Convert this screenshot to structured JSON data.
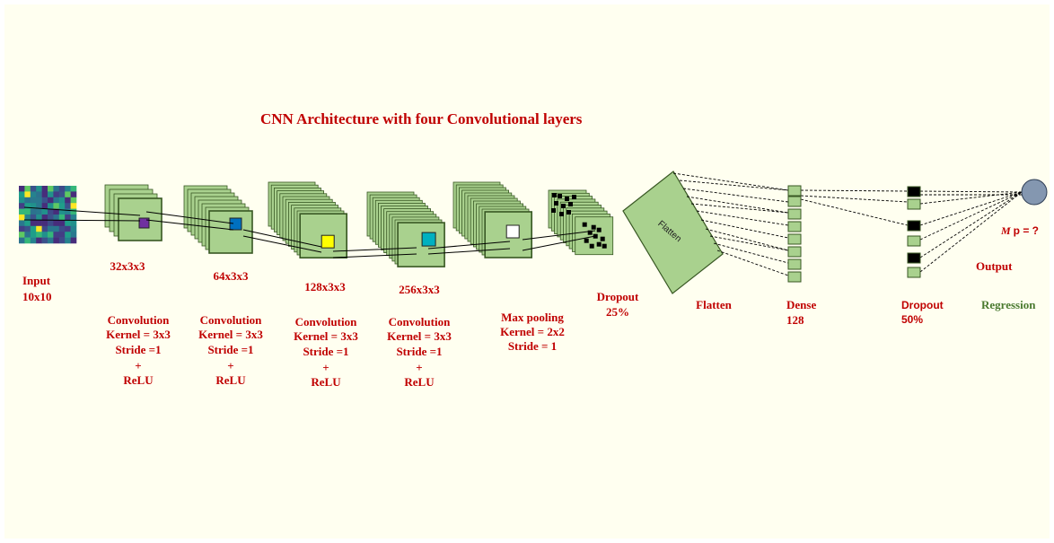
{
  "title": "CNN Architecture  with four Convolutional layers",
  "input": {
    "label_line1": "Input",
    "label_line2": "10x10"
  },
  "conv_layers": [
    {
      "size": "32x3x3",
      "lines": [
        "Convolution",
        "Kernel = 3x3",
        "Stride =1",
        "+",
        "ReLU"
      ],
      "filter_color": "#7030a0"
    },
    {
      "size": "64x3x3",
      "lines": [
        "Convolution",
        "Kernel = 3x3",
        "Stride =1",
        "+",
        "ReLU"
      ],
      "filter_color": "#0070c0"
    },
    {
      "size": "128x3x3",
      "lines": [
        "Convolution",
        "Kernel = 3x3",
        "Stride =1",
        "+",
        "ReLU"
      ],
      "filter_color": "#ffff00"
    },
    {
      "size": "256x3x3",
      "lines": [
        "Convolution",
        "Kernel = 3x3",
        "Stride =1",
        "+",
        "ReLU"
      ],
      "filter_color": "#00b0c0"
    }
  ],
  "maxpool": {
    "lines": [
      "Max pooling",
      "Kernel = 2x2",
      "Stride = 1"
    ]
  },
  "dropout1": {
    "label_line1": "Dropout",
    "label_line2": "25%"
  },
  "flatten": {
    "box_text": "Flatten",
    "label": "Flatten"
  },
  "dense": {
    "label_line1": "Dense",
    "label_line2": "128"
  },
  "dropout2": {
    "label_line1": "Dropout",
    "label_line2": "50%"
  },
  "output": {
    "formula_italic": "M",
    "formula_rest": "p = ?",
    "label": "Output",
    "regression": "Regression"
  },
  "colors": {
    "layer_fill": "#a9d18e",
    "accent_red": "#c00000",
    "output_node": "#8497b0"
  }
}
